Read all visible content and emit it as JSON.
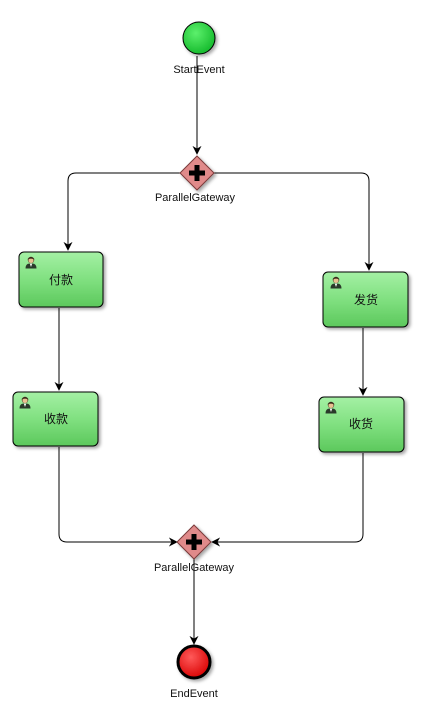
{
  "diagram": {
    "start_event": {
      "label": "StartEvent",
      "color": "#22c83a"
    },
    "fork_gateway": {
      "label": "ParallelGateway",
      "color": "#e08a8a"
    },
    "join_gateway": {
      "label": "ParallelGateway",
      "color": "#e08a8a"
    },
    "end_event": {
      "label": "EndEvent",
      "color": "#ee1a1a"
    },
    "tasks": [
      {
        "label": "付款",
        "icon": "user-icon",
        "color": "#7ce07c"
      },
      {
        "label": "收款",
        "icon": "user-icon",
        "color": "#7ce07c"
      },
      {
        "label": "发货",
        "icon": "user-icon",
        "color": "#7ce07c"
      },
      {
        "label": "收货",
        "icon": "user-icon",
        "color": "#7ce07c"
      }
    ]
  }
}
